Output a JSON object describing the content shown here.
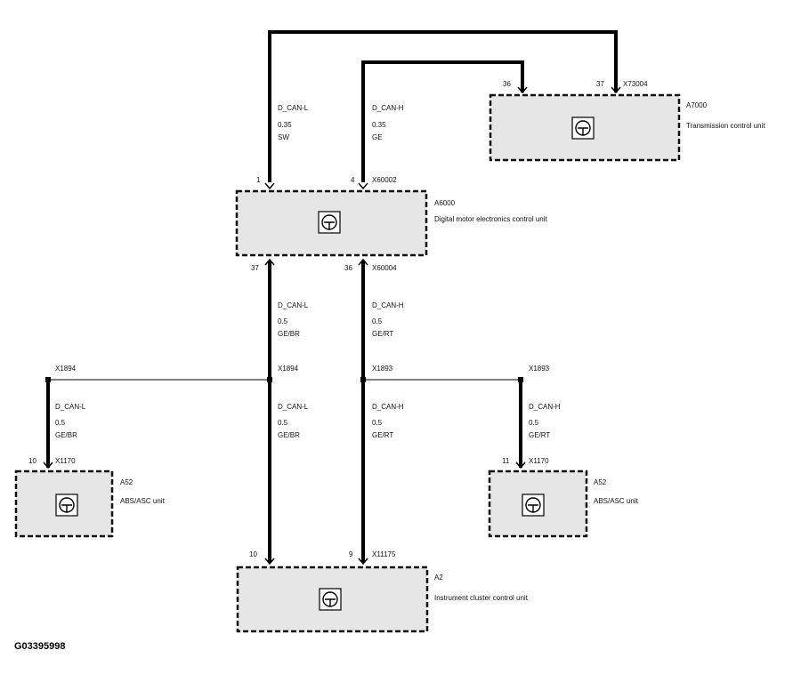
{
  "diagram_code": "G03395998",
  "modules": {
    "transmission": {
      "id": "A7000",
      "name": "Transmission control unit",
      "connector": "X73004",
      "pin_l": "37",
      "pin_h": "36"
    },
    "dme": {
      "id": "A6000",
      "name": "Digital motor electronics control unit",
      "connector_top": "X60002",
      "pin_top_l": "1",
      "pin_top_h": "4",
      "connector_bottom": "X60004",
      "pin_bottom_l": "37",
      "pin_bottom_h": "36"
    },
    "abs_left": {
      "id": "A52",
      "name": "ABS/ASC unit",
      "connector": "X1170",
      "pin": "10"
    },
    "abs_right": {
      "id": "A52",
      "name": "ABS/ASC unit",
      "connector": "X1170",
      "pin": "11"
    },
    "cluster": {
      "id": "A2",
      "name": "Instrument cluster control  unit",
      "connector": "X11175",
      "pin_l": "10",
      "pin_h": "9"
    }
  },
  "splices": {
    "left_outer": "X1894",
    "left_inner": "X1894",
    "right_inner": "X1893",
    "right_outer": "X1893"
  },
  "wires": {
    "top_l": {
      "signal": "D_CAN-L",
      "size": "0.35",
      "color": "SW"
    },
    "top_h": {
      "signal": "D_CAN-H",
      "size": "0.35",
      "color": "GE"
    },
    "mid_l": {
      "signal": "D_CAN-L",
      "size": "0.5",
      "color": "GE/BR"
    },
    "mid_h": {
      "signal": "D_CAN-H",
      "size": "0.5",
      "color": "GE/RT"
    },
    "low_l": {
      "signal": "D_CAN-L",
      "size": "0.5",
      "color": "GE/BR"
    },
    "low_h": {
      "signal": "D_CAN-H",
      "size": "0.5",
      "color": "GE/RT"
    },
    "abs_l": {
      "signal": "D_CAN-L",
      "size": "0.5",
      "color": "GE/BR"
    },
    "abs_h": {
      "signal": "D_CAN-H",
      "size": "0.5",
      "color": "GE/RT"
    }
  },
  "icons": {
    "module_icon": "control-unit-icon"
  }
}
